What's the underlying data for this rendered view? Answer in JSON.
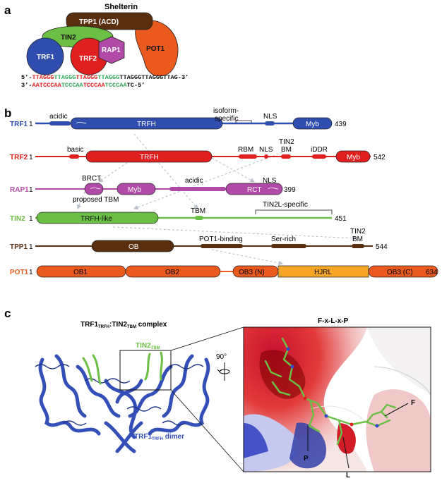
{
  "panel_a": {
    "letter": "a",
    "title": "Shelterin",
    "proteins": {
      "tpp1": "TPP1 (ACD)",
      "tin2": "TIN2",
      "trf1": "TRF1",
      "trf2": "TRF2",
      "rap1": "RAP1",
      "pot1": "POT1"
    },
    "dna": {
      "top_prefix": "5’-",
      "top_segments": [
        "TTAGGG",
        "TTAGGG",
        "TTAGGG",
        "TTAGGG",
        "TTAGGGTTAGGGTTAG"
      ],
      "top_suffix": "-3’",
      "bottom_prefix": "3’-",
      "bottom_segments": [
        "AATCCCAA",
        "TCCCAA",
        "TCCCAA",
        "TCCCAA",
        "TC"
      ],
      "bottom_suffix": "-5’"
    }
  },
  "panel_b": {
    "letter": "b",
    "rows": [
      {
        "name": "TRF1",
        "start": "1",
        "end": "439",
        "color": "#2f4eb0",
        "domains": [
          "TRFH",
          "Myb"
        ],
        "labels": [
          "acidic",
          "isoform-",
          "specific",
          "NLS"
        ]
      },
      {
        "name": "TRF2",
        "start": "1",
        "end": "542",
        "color": "#e0201f",
        "domains": [
          "TRFH",
          "Myb"
        ],
        "labels": [
          "basic",
          "RBM",
          "NLS",
          "TIN2",
          "BM",
          "iDDR"
        ]
      },
      {
        "name": "RAP1",
        "start": "1",
        "end": "399",
        "color": "#b04aa6",
        "domains": [
          "Myb",
          "RCT"
        ],
        "labels": [
          "BRCT",
          "proposed TBM",
          "acidic",
          "NLS"
        ]
      },
      {
        "name": "TIN2",
        "start": "1",
        "end": "451",
        "color": "#6cbf45",
        "domains": [
          "TRFH-like"
        ],
        "labels": [
          "TBM",
          "TIN2L-specific"
        ]
      },
      {
        "name": "TPP1",
        "start": "1",
        "end": "544",
        "color": "#5a2f10",
        "domains": [
          "OB"
        ],
        "labels": [
          "POT1-binding",
          "Ser-rich",
          "TIN2",
          "BM"
        ]
      },
      {
        "name": "POT1",
        "start": "1",
        "end": "634",
        "color": "#ea5a1f",
        "domains": [
          "OB1",
          "OB2",
          "OB3 (N)",
          "HJRL",
          "OB3 (C)"
        ],
        "labels": []
      }
    ]
  },
  "panel_c": {
    "letter": "c",
    "complex_title_parts": [
      "TRF1",
      "TRFH",
      ":TIN2",
      "TBM",
      " complex"
    ],
    "tin2_label_parts": [
      "TIN2",
      "TBM"
    ],
    "dimer_label_parts": [
      "TRF1",
      "TRFH",
      " dimer"
    ],
    "rotation": "90°",
    "motif_title": "F-x-L-x-P",
    "residues": [
      "F",
      "P",
      "L"
    ]
  },
  "colors": {
    "trf1": "#2f4eb0",
    "trf2": "#e0201f",
    "rap1": "#b04aa6",
    "tin2": "#6cbf45",
    "tpp1": "#5a2f10",
    "pot1": "#ea5a1f",
    "hjrl": "#f6a624"
  }
}
